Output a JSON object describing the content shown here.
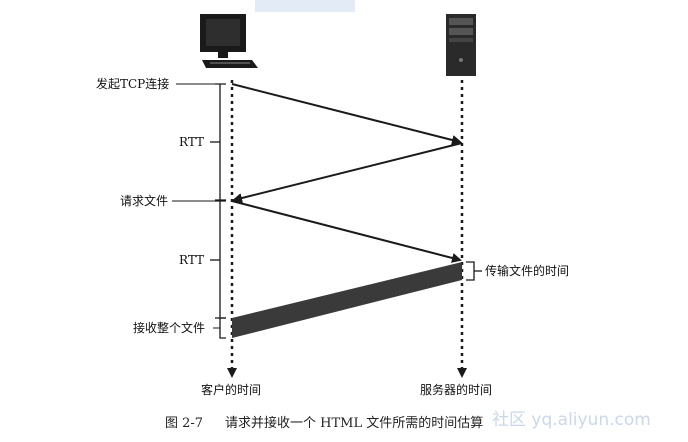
{
  "labels": {
    "start_tcp": "发起TCP连接",
    "rtt_1": "RTT",
    "request_file": "请求文件",
    "rtt_2": "RTT",
    "transmit_time": "传输文件的时间",
    "receive_file": "接收整个文件",
    "client_time": "客户的时间",
    "server_time": "服务器的时间"
  },
  "caption": {
    "figure_no": "图 2-7",
    "text": "请求并接收一个 HTML 文件所需的时间估算"
  },
  "watermark": "社区 yq.aliyun.com",
  "icons": {
    "client": "desktop-computer-icon",
    "server": "server-tower-icon"
  },
  "colors": {
    "line": "#1a1a1a",
    "transfer_band": "#3a3a3a",
    "watermark": "#c9d8ea"
  }
}
